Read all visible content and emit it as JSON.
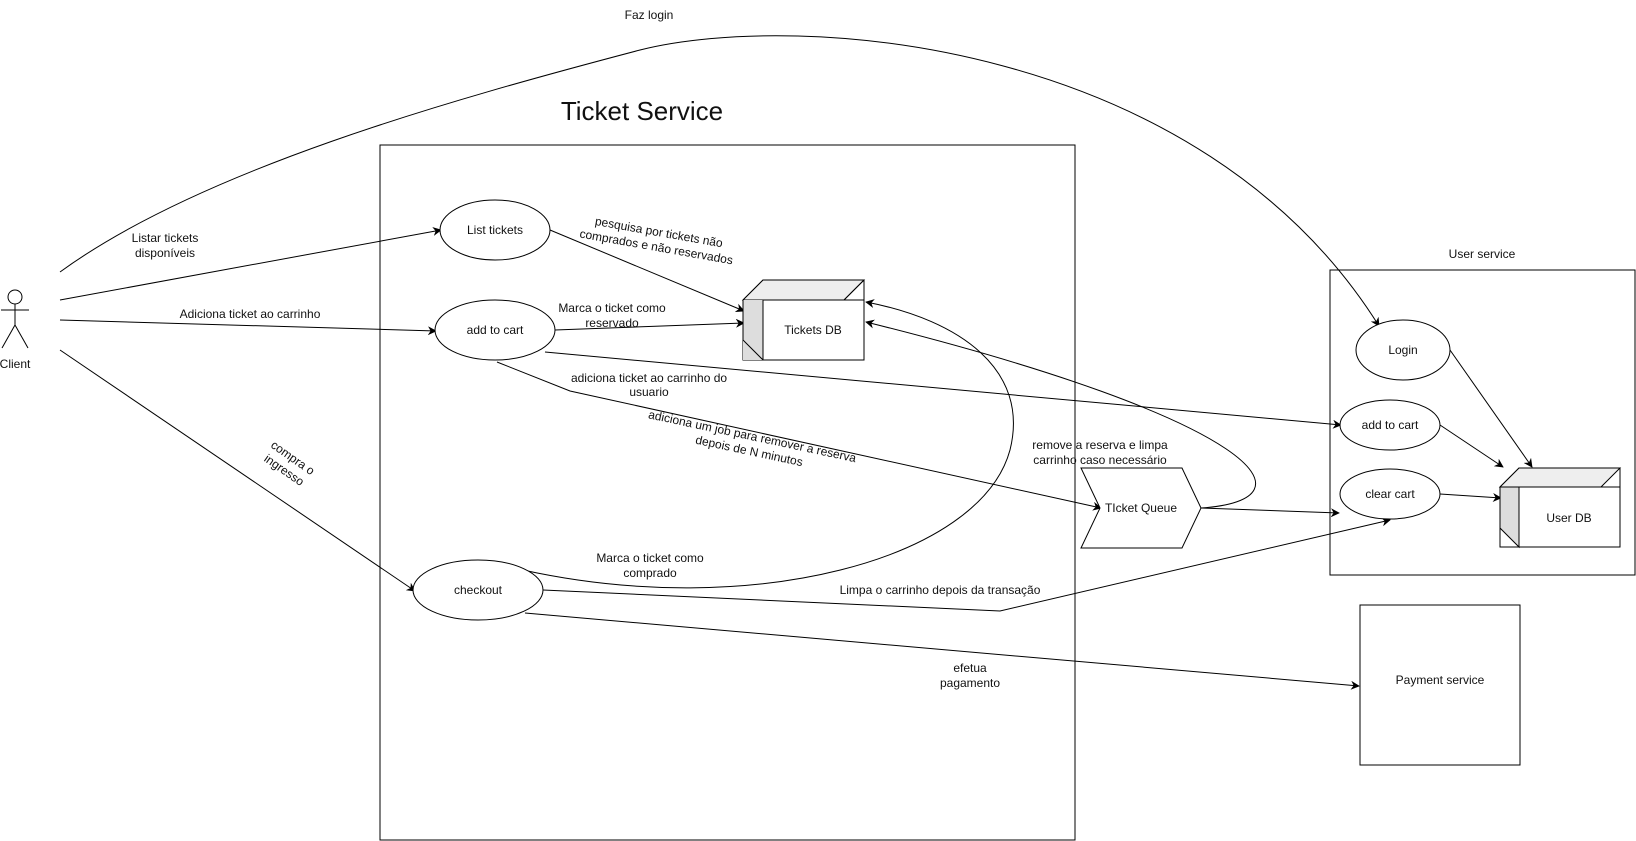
{
  "actor": {
    "label": "Client"
  },
  "ticket_service": {
    "title": "Ticket Service"
  },
  "user_service": {
    "title": "User service"
  },
  "payment_service": {
    "label": "Payment service"
  },
  "nodes": {
    "list_tickets": "List tickets",
    "add_to_cart": "add to cart",
    "checkout": "checkout",
    "tickets_db": "Tickets DB",
    "ticket_queue": "TIcket Queue",
    "login": "Login",
    "user_add_to_cart": "add to cart",
    "clear_cart": "clear cart",
    "user_db": "User DB"
  },
  "edges": {
    "faz_login": "Faz login",
    "listar_tickets": [
      "Listar tickets",
      "disponíveis"
    ],
    "adiciona_ticket": "Adiciona ticket ao carrinho",
    "compra_ingresso": [
      "compra o",
      "ingresso"
    ],
    "pesquisa": [
      "pesquisa por tickets não",
      "comprados e não reservados"
    ],
    "marca_reservado": [
      "Marca o ticket como",
      "reservado"
    ],
    "adiciona_carrinho_usuario": [
      "adiciona ticket ao carrinho do",
      "usuario"
    ],
    "adiciona_job": [
      "adiciona um job para remover a reserva",
      "depois de N minutos"
    ],
    "remove_reserva": [
      "remove a reserva e limpa",
      "carrinho caso necessário"
    ],
    "marca_comprado": [
      "Marca o ticket como",
      "comprado"
    ],
    "limpa_carrinho": "Limpa o carrinho depois da transação",
    "efetua_pagamento": [
      "efetua",
      "pagamento"
    ]
  }
}
